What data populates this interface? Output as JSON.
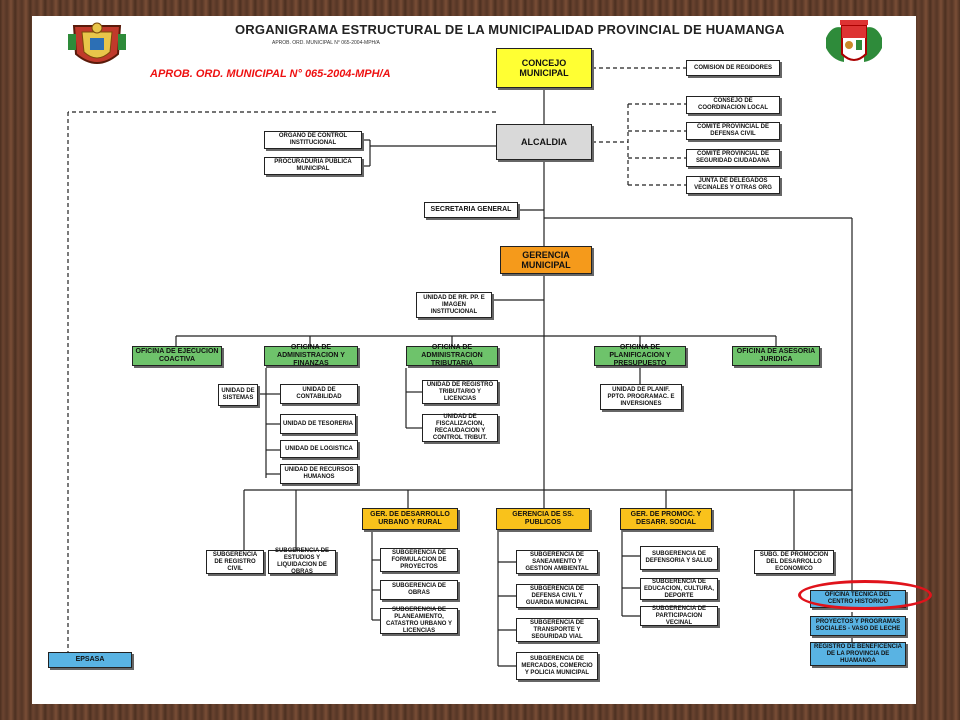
{
  "header": {
    "title": "ORGANIGRAMA ESTRUCTURAL DE LA MUNICIPALIDAD PROVINCIAL DE HUAMANGA",
    "subtitle": "APROB. ORD. MUNICIPAL N° 065-2004-MPH/A",
    "approval": "APROB. ORD. MUNICIPAL N° 065-2004-MPH/A",
    "left_emblem": "municipal-coat-of-arms",
    "right_emblem": "peru-national-shield"
  },
  "colors": {
    "yellow": "#ffff33",
    "orange": "#f59a1b",
    "gold": "#f9c21b",
    "green": "#6ec36b",
    "blue": "#59b3e3",
    "highlight": "#e0131b"
  },
  "nodes": {
    "concejo": "CONCEJO MUNICIPAL",
    "comision": "COMISION DE REGIDORES",
    "consejo_coord": "CONSEJO DE COORDINACION LOCAL",
    "comite_defensa": "COMITÉ PROVINCIAL DE DEFENSA CIVIL",
    "comite_seguridad": "COMITÉ PROVINCIAL DE SEGURIDAD CIUDADANA",
    "junta": "JUNTA DE DELEGADOS VECINALES Y OTRAS ORG",
    "alcaldia": "ALCALDIA",
    "control": "ORGANO DE CONTROL INSTITUCIONAL",
    "procuraduria": "PROCURADURIA PUBLICA MUNICIPAL",
    "secretaria": "SECRETARIA GENERAL",
    "gerencia": "GERENCIA MUNICIPAL",
    "relaciones": "UNIDAD DE RR. PP. E IMAGEN INSTITUCIONAL",
    "ejecucion": "OFICINA DE EJECUCION COACTIVA",
    "administracion": "OFICINA DE ADMINISTRACION Y FINANZAS",
    "tributaria": "OFICINA DE ADMINISTRACION TRIBUTARIA",
    "planificacion": "OFICINA DE PLANIFICACION Y PRESUPUESTO",
    "asesoria": "OFICINA DE ASESORIA JURIDICA",
    "sistemas": "UNIDAD DE SISTEMAS",
    "contabilidad": "UNIDAD DE CONTABILIDAD",
    "tesoreria": "UNIDAD DE TESORERIA",
    "logistica": "UNIDAD DE LOGISTICA",
    "rrhh": "UNIDAD DE RECURSOS HUMANOS",
    "registro": "UNIDAD DE REGISTRO TRIBUTARIO Y LICENCIAS",
    "fiscalizacion": "UNIDAD DE FISCALIZACION, RECAUDACION Y CONTROL TRIBUT.",
    "planif_unidad": "UNIDAD DE PLANIF. PPTO. PROGRAMAC. E INVERSIONES",
    "desarrollo_urbano": "GER. DE DESARROLLO URBANO Y RURAL",
    "servicios": "GERENCIA DE SS. PUBLICOS",
    "promocion_social": "GER. DE PROMOC. Y DESARR. SOCIAL",
    "registro_civil": "SUBGERENCIA DE REGISTRO CIVIL",
    "estudios": "SUBGERENCIA DE ESTUDIOS Y LIQUIDACION DE OBRAS",
    "formulacion": "SUBGERENCIA DE FORMULACION DE PROYECTOS",
    "obras": "SUBGERENCIA DE OBRAS",
    "catastro": "SUBGERENCIA DE PLANEAMIENTO, CATASTRO URBANO Y LICENCIAS",
    "saneamiento": "SUBGERENCIA DE SANEAMIENTO Y GESTION AMBIENTAL",
    "defensa_civil": "SUBGERENCIA DE DEFENSA CIVIL Y GUARDIA MUNICIPAL",
    "transporte": "SUBGERENCIA DE TRANSPORTE Y SEGURIDAD VIAL",
    "mercados": "SUBGERENCIA DE MERCADOS, COMERCIO Y POLICIA MUNICIPAL",
    "demuna": "SUBGERENCIA DE DEFENSORIA Y SALUD",
    "educacion": "SUBGERENCIA DE EDUCACION, CULTURA, DEPORTE",
    "participacion": "SUBGERENCIA DE PARTICIPACION VECINAL",
    "economico": "SUBG. DE PROMOCION DEL DESARROLLO ECONOMICO",
    "centro_historico": "OFICINA TECNICA DEL CENTRO HISTORICO",
    "programas_sociales": "PROYECTOS Y PROGRAMAS SOCIALES - VASO DE LECHE",
    "beneficencia": "REGISTRO DE BENEFICENCIA DE LA PROVINCIA DE HUAMANGA",
    "epsasa": "EPSASA"
  }
}
